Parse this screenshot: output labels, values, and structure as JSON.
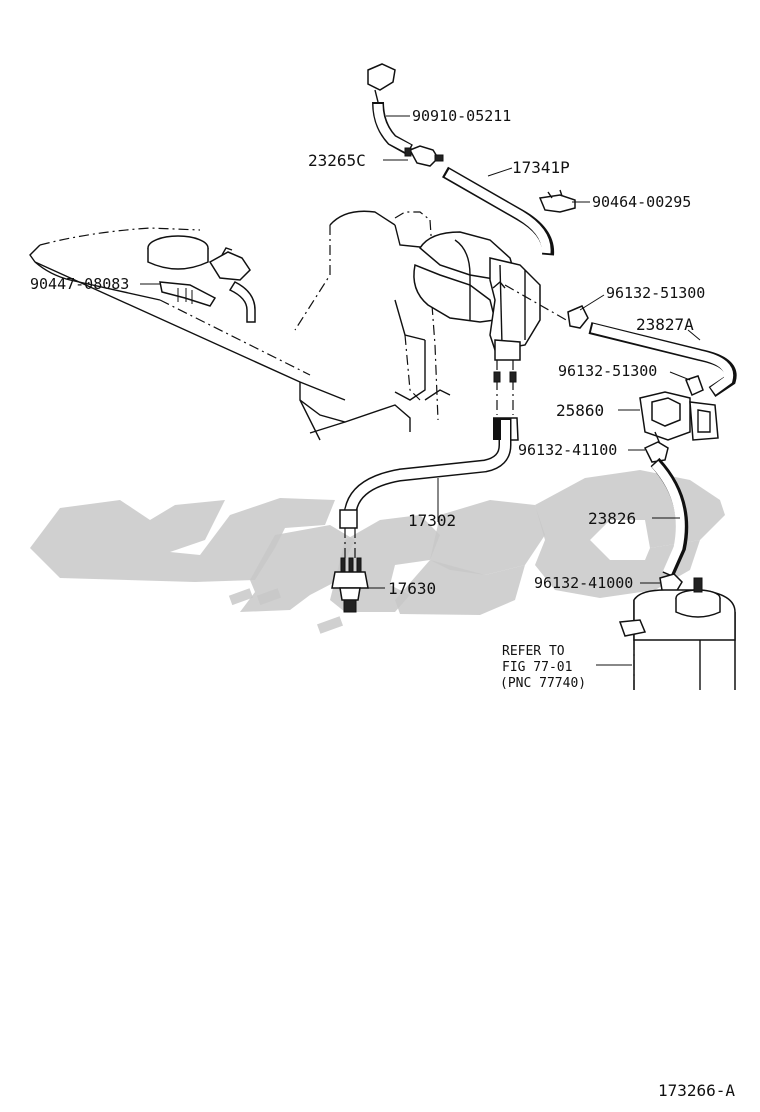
{
  "diagram": {
    "part_labels": {
      "p_90910_05211": "90910-05211",
      "p_23265c": "23265C",
      "p_17341p": "17341P",
      "p_90464_00295": "90464-00295",
      "p_90447_08083": "90447-08083",
      "p_96132_51300_a": "96132-51300",
      "p_23827a": "23827A",
      "p_96132_51300_b": "96132-51300",
      "p_25860": "25860",
      "p_96132_41100": "96132-41100",
      "p_17302": "17302",
      "p_23826": "23826",
      "p_17630": "17630",
      "p_96132_41000": "96132-41000"
    },
    "refer_note": {
      "line1": "REFER TO",
      "line2": "FIG 77-01",
      "line3": "(PNC 77740)"
    },
    "figure_id": "173266-A",
    "watermark_color": "#c8c8c8",
    "line_color": "#111111"
  }
}
